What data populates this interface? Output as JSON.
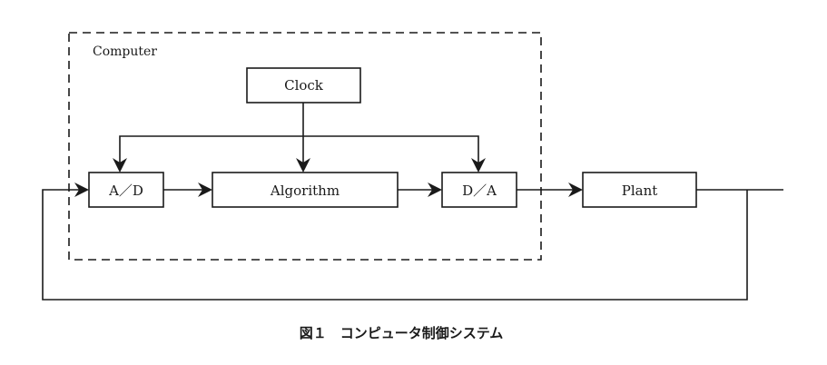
{
  "diagram": {
    "group_label": "Computer",
    "blocks": {
      "clock": "Clock",
      "ad": "A／D",
      "algorithm": "Algorithm",
      "da": "D／A",
      "plant": "Plant"
    },
    "caption": "図１　コンピュータ制御システム"
  }
}
